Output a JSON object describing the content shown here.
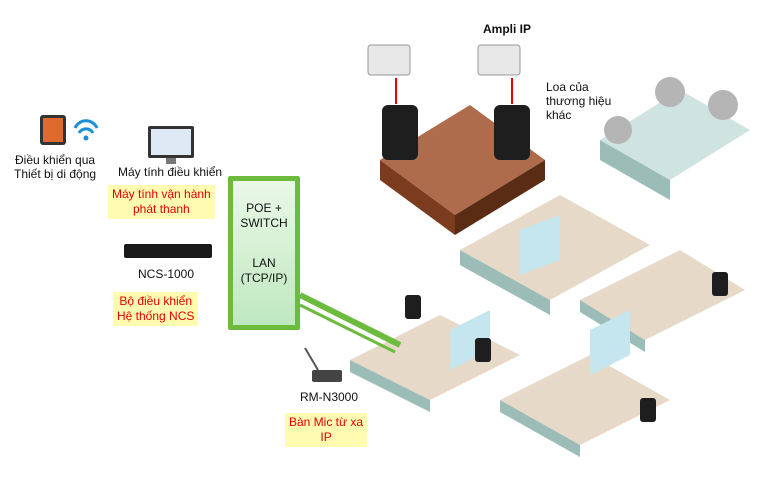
{
  "ampli": {
    "title": "Ampli IP"
  },
  "loa": {
    "label": "Loa của\nthương hiệu\nkhác"
  },
  "mobile": {
    "label": "Điều khiển qua\nThiết bị di động"
  },
  "pc": {
    "label": "Máy tính điều khiển",
    "note": "Máy tính vận hành\nphát thanh"
  },
  "ncs": {
    "label": "NCS-1000",
    "note": "Bộ điều khiển\nHệ thống NCS"
  },
  "mic": {
    "label": "RM-N3000",
    "note": "Bàn Mic từ xa\nIP"
  },
  "switch": {
    "top": "POE +\nSWITCH",
    "bottom": "LAN\n(TCP/IP)"
  },
  "colors": {
    "switch_border": "#6dbb3d",
    "note_text": "#e60000",
    "note_bg": "#fffbb0"
  }
}
